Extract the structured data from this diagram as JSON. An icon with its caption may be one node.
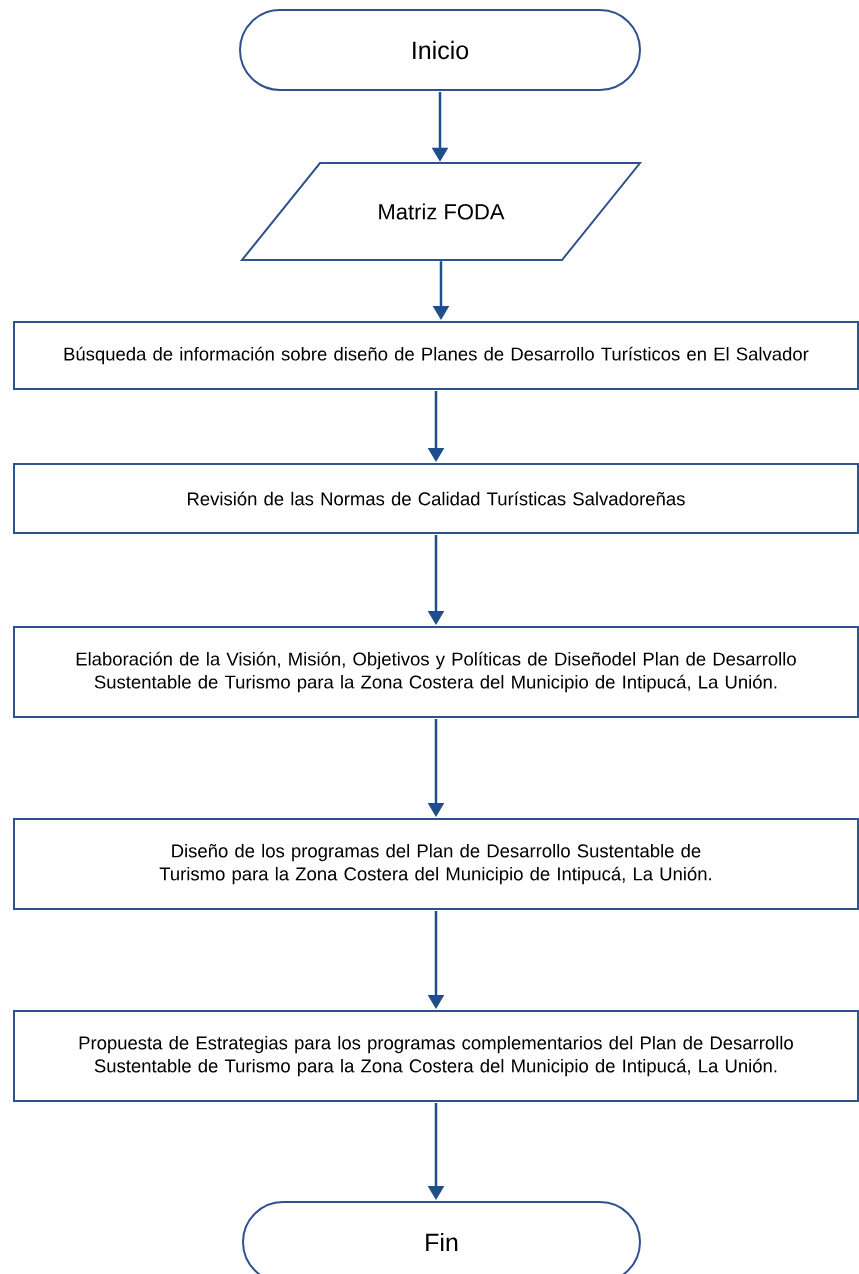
{
  "diagram": {
    "nodes": [
      {
        "text": [
          "Inicio"
        ]
      },
      {
        "text": [
          "Matriz FODA"
        ]
      },
      {
        "text": [
          "Búsqueda de información sobre diseño de Planes de Desarrollo Turísticos en El Salvador"
        ]
      },
      {
        "text": [
          "Revisión de las Normas de Calidad Turísticas Salvadoreñas"
        ]
      },
      {
        "text": [
          "Elaboración de la Visión, Misión, Objetivos y Políticas de Diseñodel Plan de Desarrollo Sustentable de Turismo para la Zona Costera del Municipio de Intipucá, La Unión."
        ]
      },
      {
        "text": [
          "Diseño de los programas del Plan de Desarrollo Sustentable de Turismo para la Zona Costera del Municipio de Intipucá, La Unión."
        ]
      },
      {
        "text": [
          "Propuesta de Estrategias para los programas complementarios del Plan de Desarrollo Sustentable de Turismo para la Zona Costera del Municipio de Intipucá, La Unión."
        ]
      },
      {
        "text": [
          "Fin"
        ]
      }
    ],
    "edges": [
      {
        "from": 0,
        "to": 1,
        "arrow": "to"
      },
      {
        "from": 1,
        "to": 2,
        "arrow": "to"
      },
      {
        "from": 2,
        "to": 3,
        "arrow": "to"
      },
      {
        "from": 3,
        "to": 4,
        "arrow": "to"
      },
      {
        "from": 4,
        "to": 5,
        "arrow": "to"
      },
      {
        "from": 5,
        "to": 6,
        "arrow": "to"
      },
      {
        "from": 6,
        "to": 7,
        "arrow": "to"
      }
    ]
  }
}
